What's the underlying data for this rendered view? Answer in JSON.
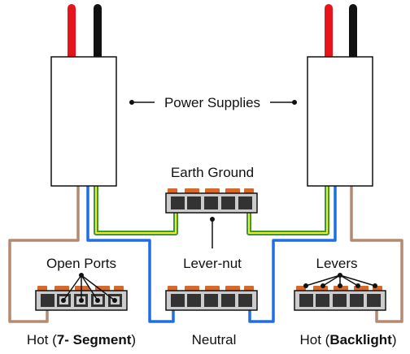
{
  "labels": {
    "power_supplies": "Power Supplies",
    "earth_ground": "Earth Ground",
    "open_ports": "Open Ports",
    "lever_nut": "Lever-nut",
    "levers": "Levers",
    "hot_7seg_prefix": "Hot (",
    "hot_7seg_bold": "7- Segment",
    "hot_7seg_suffix": ")",
    "neutral": "Neutral",
    "hot_backlight_prefix": "Hot (",
    "hot_backlight_bold": "Backlight",
    "hot_backlight_suffix": ")"
  },
  "colors": {
    "positive_wire": "#e8141c",
    "negative_wire": "#111111",
    "hot_wire": "#b38b72",
    "neutral_wire": "#1f6fe0",
    "ground_wire_green": "#3a9a3a",
    "ground_wire_yellow": "#f2ea1f",
    "lever_orange": "#d4692a",
    "connector_body": "#cccccc",
    "port_dark": "#333333"
  }
}
